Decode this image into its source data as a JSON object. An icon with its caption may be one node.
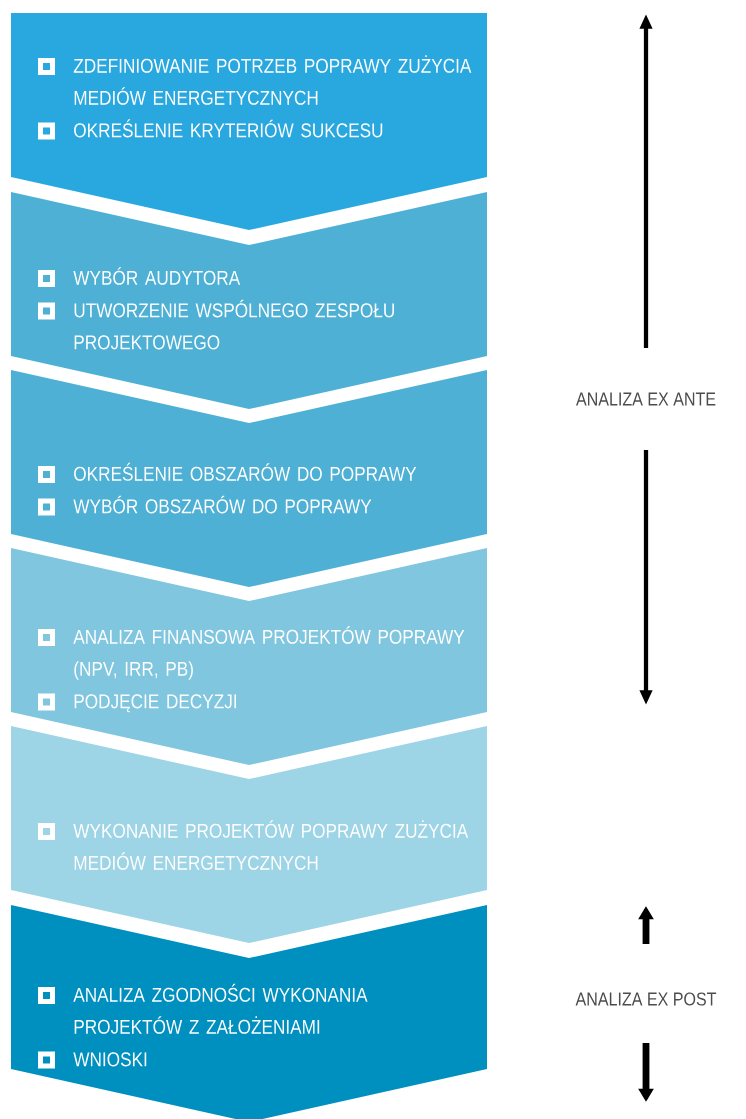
{
  "diagram": {
    "nodes": [
      {
        "text": [
          "ZDEFINIOWANIE POTRZEB POPRAWY ZUŻYCIA MEDIÓW ENERGETYCZNYCH",
          "OKREŚLENIE KRYTERIÓW SUKCESU"
        ]
      },
      {
        "text": [
          "WYBÓR AUDYTORA",
          "UTWORZENIE WSPÓLNEGO ZESPOŁU PROJEKTOWEGO"
        ]
      },
      {
        "text": [
          "OKREŚLENIE OBSZARÓW DO POPRAWY",
          "WYBÓR OBSZARÓW DO POPRAWY"
        ]
      },
      {
        "text": [
          "ANALIZA FINANSOWA PROJEKTÓW POPRAWY (NPV, IRR, PB)",
          "PODJĘCIE DECYZJI"
        ]
      },
      {
        "text": [
          "WYKONANIE PROJEKTÓW POPRAWY ZUŻYCIA MEDIÓW ENERGETYCZNYCH"
        ]
      },
      {
        "text": [
          "ANALIZA ZGODNOŚCI WYKONANIA PROJEKTÓW Z ZAŁOŻENIAMI",
          "WNIOSKI"
        ]
      }
    ],
    "labels": [
      "ANALIZA EX ANTE",
      "ANALIZA EX POST"
    ]
  }
}
